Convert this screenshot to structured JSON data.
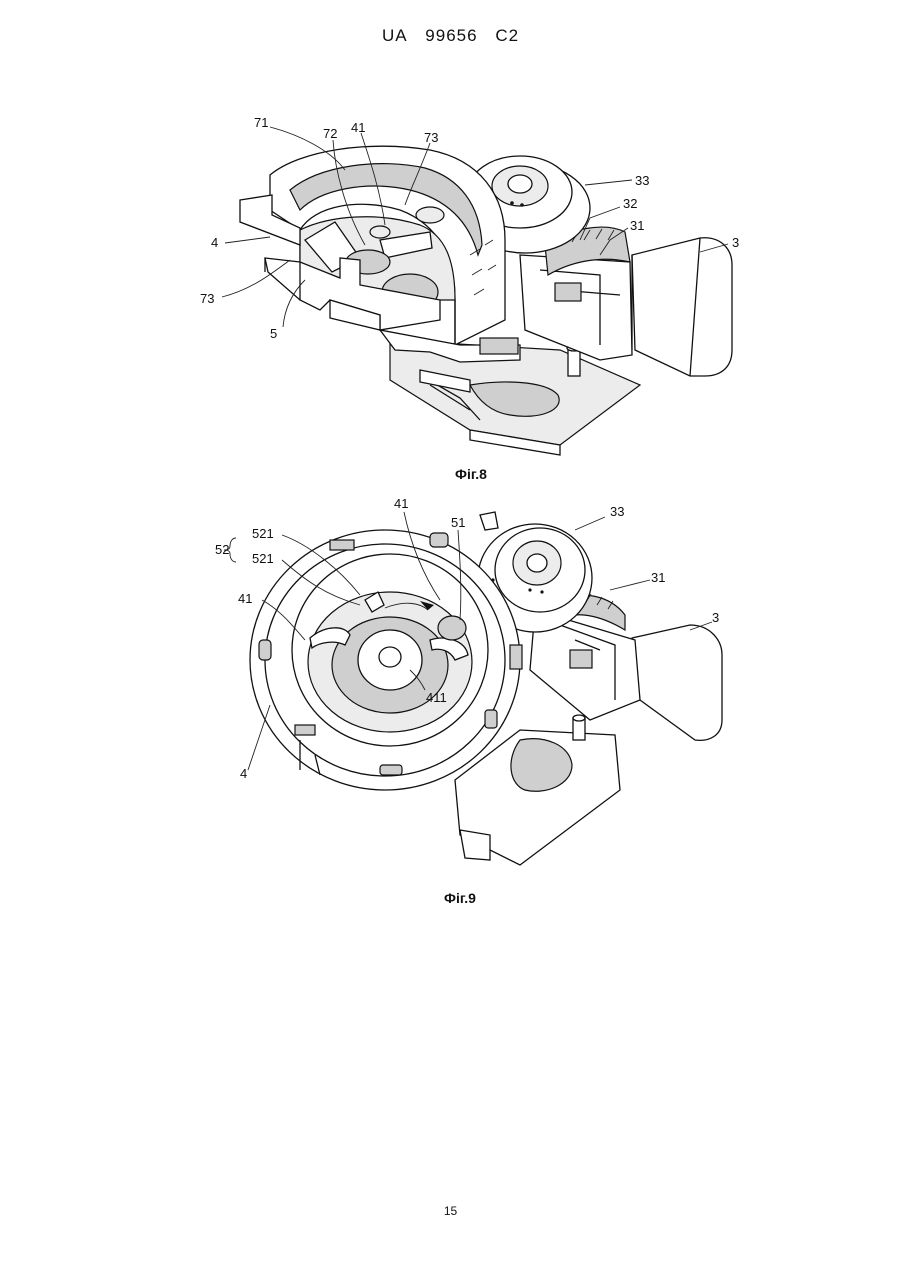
{
  "header": {
    "country": "UA",
    "number": "99656",
    "kind": "C2"
  },
  "figure8": {
    "caption": "Фіг.8",
    "labels": [
      "71",
      "72",
      "41",
      "73",
      "33",
      "32",
      "31",
      "3",
      "4",
      "73",
      "5"
    ]
  },
  "figure9": {
    "caption": "Фіг.9",
    "labels": [
      "41",
      "51",
      "33",
      "52",
      "521",
      "521",
      "41",
      "31",
      "3",
      "411",
      "4"
    ]
  },
  "page_number": "15"
}
